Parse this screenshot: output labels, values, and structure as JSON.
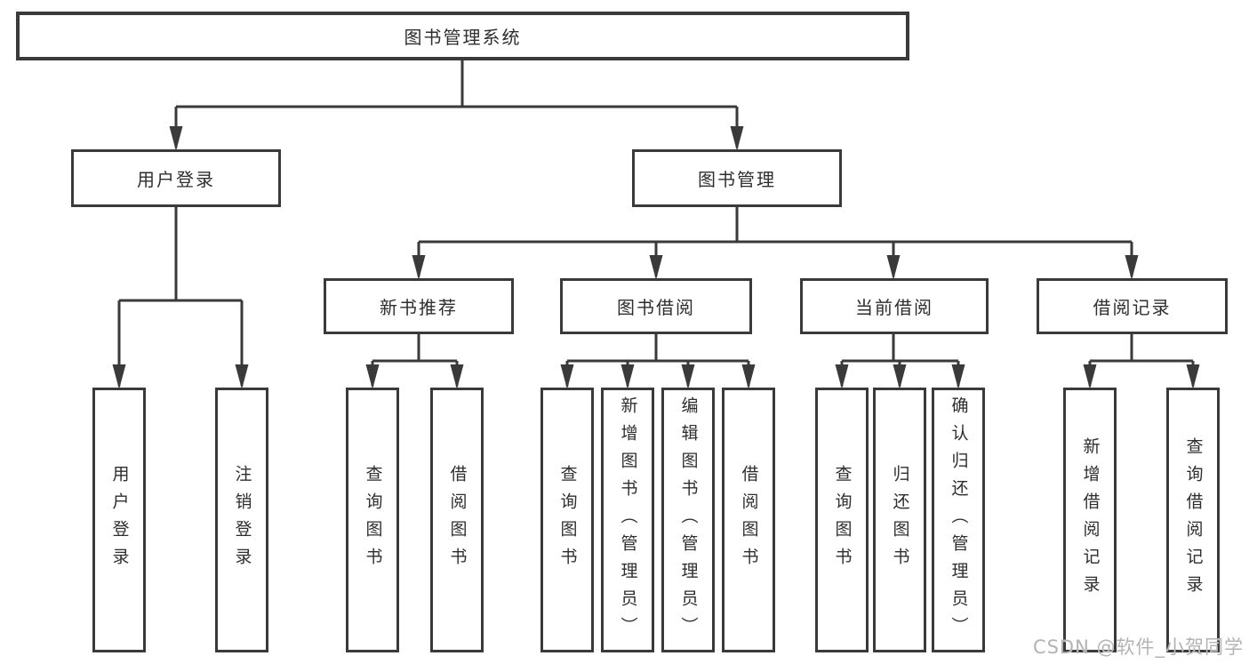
{
  "tree": {
    "root": {
      "label": "图书管理系统"
    },
    "branches": [
      {
        "label": "用户登录",
        "children": [
          {
            "label": "用户登录"
          },
          {
            "label": "注销登录"
          }
        ]
      },
      {
        "label": "图书管理",
        "sections": [
          {
            "label": "新书推荐",
            "children": [
              {
                "label": "查询图书"
              },
              {
                "label": "借阅图书"
              }
            ]
          },
          {
            "label": "图书借阅",
            "children": [
              {
                "label": "查询图书"
              },
              {
                "label": "新增图书（管理员）"
              },
              {
                "label": "编辑图书（管理员）"
              },
              {
                "label": "借阅图书"
              }
            ]
          },
          {
            "label": "当前借阅",
            "children": [
              {
                "label": "查询图书"
              },
              {
                "label": "归还图书"
              },
              {
                "label": "确认归还（管理员）"
              }
            ]
          },
          {
            "label": "借阅记录",
            "children": [
              {
                "label": "新增借阅记录"
              },
              {
                "label": "查询借阅记录"
              }
            ]
          }
        ]
      }
    ]
  },
  "watermark": {
    "text": "CSDN @软件_小贺同学"
  },
  "colors": {
    "line": "#3a3a3a",
    "text": "#2e2e2e",
    "background": "#ffffff",
    "watermark": "#b3b3b3"
  }
}
